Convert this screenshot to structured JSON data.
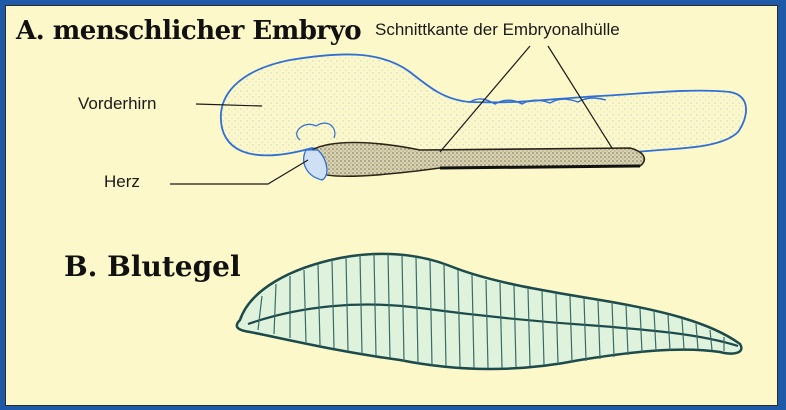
{
  "section_a": {
    "title": "A. menschlicher Embryo",
    "labels": {
      "cut_edge": "Schnittkante der Embryonalhülle",
      "forebrain": "Vorderhirn",
      "heart": "Herz"
    }
  },
  "section_b": {
    "title": "B. Blutegel"
  },
  "colors": {
    "frame": "#1e5aa8",
    "panel_background": "#fcf8c9",
    "embryo_outline": "#2f6fd4",
    "embryo_stipple": "#5b93e0",
    "envelope_base": "#2a2418",
    "leech_fill": "#dff3dc",
    "leech_stroke": "#1d4a4a"
  }
}
